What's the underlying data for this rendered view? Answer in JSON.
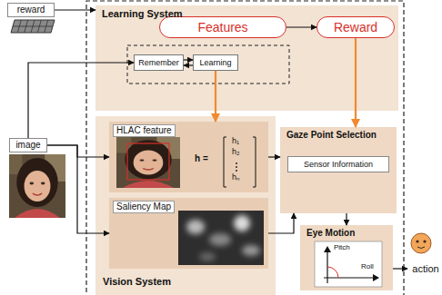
{
  "diagram": {
    "nodes": [
      {
        "text": [
          "reward"
        ]
      },
      {
        "text": [
          "Learning System"
        ]
      },
      {
        "text": [
          "Features"
        ],
        "in": 1
      },
      {
        "text": [
          "Reward"
        ],
        "in": 1
      },
      {
        "text": [
          "Remember"
        ],
        "in": 1
      },
      {
        "text": [
          "Learning"
        ],
        "in": 1
      },
      {
        "text": [
          "image"
        ]
      },
      {
        "text": [
          "Vision System"
        ]
      },
      {
        "text": [
          "HLAC feature"
        ],
        "in": 7
      },
      {
        "text": [
          "Saliency Map"
        ],
        "in": 7
      },
      {
        "text": [
          "Gaze Point Selection"
        ]
      },
      {
        "text": [
          "Sensor Information"
        ],
        "in": 10
      },
      {
        "text": [
          "Eye Motion"
        ]
      },
      {
        "text": [
          "action"
        ]
      }
    ],
    "edges": [
      {
        "from": 0,
        "to": 1,
        "arrow": "to"
      },
      {
        "from": 2,
        "to": 3,
        "arrow": "to"
      },
      {
        "from": 4,
        "to": 5,
        "arrow": "to"
      },
      {
        "from": 5,
        "to": 4,
        "arrow": "to"
      },
      {
        "from": 6,
        "to": 4,
        "arrow": "to"
      },
      {
        "from": 5,
        "to": 8,
        "arrow": "to"
      },
      {
        "from": 3,
        "to": 10,
        "arrow": "to"
      },
      {
        "from": 6,
        "to": 8,
        "arrow": "to"
      },
      {
        "from": 6,
        "to": 9,
        "arrow": "to"
      },
      {
        "from": 8,
        "to": 10,
        "arrow": "to"
      },
      {
        "from": 9,
        "to": 10,
        "arrow": "to"
      },
      {
        "from": 10,
        "to": 12,
        "arrow": "to"
      },
      {
        "from": 12,
        "to": 13,
        "arrow": "to"
      }
    ],
    "labels": [
      "h =",
      "h₁",
      "h₂",
      "hₙ",
      "Pitch",
      "Roll"
    ]
  }
}
